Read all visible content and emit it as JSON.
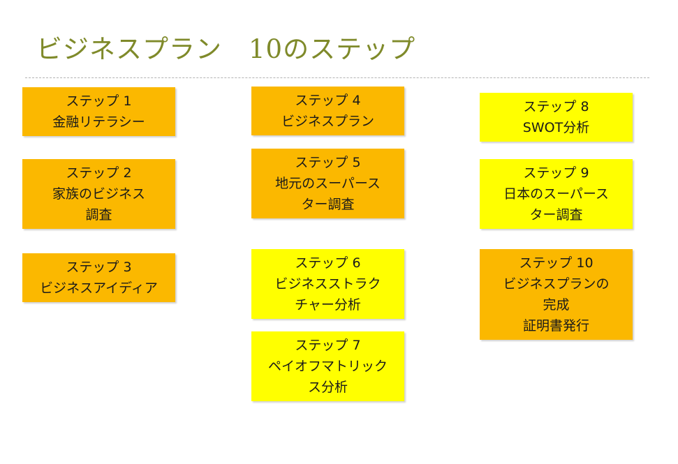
{
  "title": "ビジネスプラン　10のステップ",
  "steps": [
    {
      "lines": [
        "ステップ 1",
        "金融リテラシー"
      ],
      "color": "#fbb800"
    },
    {
      "lines": [
        "ステップ 2",
        "家族のビジネス",
        "調査"
      ],
      "color": "#fbb800"
    },
    {
      "lines": [
        "ステップ 3",
        "ビジネスアイディア"
      ],
      "color": "#fbb800"
    },
    {
      "lines": [
        "ステップ 4",
        "ビジネスプラン"
      ],
      "color": "#fbb800"
    },
    {
      "lines": [
        "ステップ 5",
        "地元のスーパース",
        "ター調査"
      ],
      "color": "#fbb800"
    },
    {
      "lines": [
        "ステップ 6",
        "ビジネスストラク",
        "チャー分析"
      ],
      "color": "#ffff00"
    },
    {
      "lines": [
        "ステップ 7",
        "ペイオフマトリック",
        "ス分析"
      ],
      "color": "#ffff00"
    },
    {
      "lines": [
        "ステップ 8",
        "SWOT分析"
      ],
      "color": "#ffff00"
    },
    {
      "lines": [
        "ステップ 9",
        "日本のスーパース",
        "ター調査"
      ],
      "color": "#ffff00"
    },
    {
      "lines": [
        "ステップ 10",
        "ビジネスプランの",
        "完成",
        "証明書発行"
      ],
      "color": "#fbb800"
    }
  ]
}
